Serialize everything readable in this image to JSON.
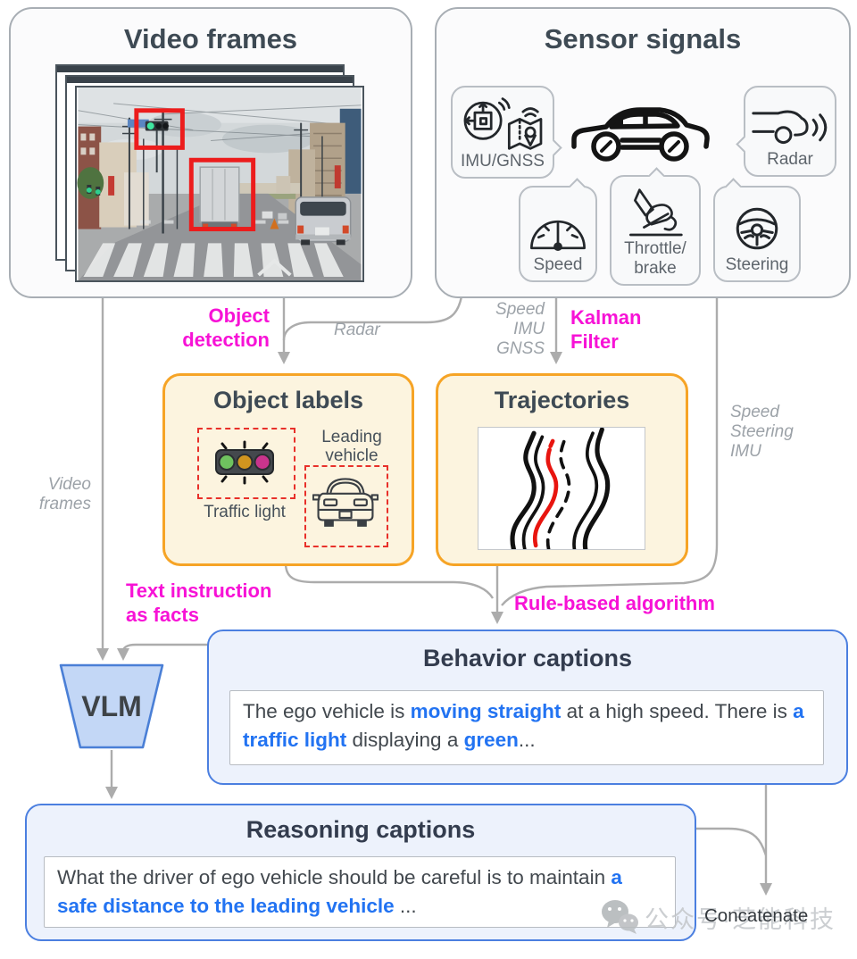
{
  "colors": {
    "magenta_label": "#f712d6",
    "highlight_blue": "#2273f2",
    "orange_border": "#f6a426",
    "orange_fill": "#fcf4df",
    "blue_border": "#4b7fe0",
    "blue_fill": "#edf2fc",
    "red_bbox": "#ec1c1c",
    "arrow_gray": "#acacac",
    "vlm_fill": "#c3d7f6"
  },
  "video_frames": {
    "title": "Video frames"
  },
  "sensor_signals": {
    "title": "Sensor signals",
    "bubbles": [
      {
        "label": "IMU/GNSS"
      },
      {
        "label": "Radar"
      },
      {
        "label": "Speed"
      },
      {
        "label": "Throttle/\nbrake"
      },
      {
        "label": "Steering"
      }
    ]
  },
  "object_labels": {
    "title": "Object labels",
    "traffic_light_label": "Traffic light",
    "leading_vehicle_label": "Leading\nvehicle"
  },
  "trajectories": {
    "title": "Trajectories"
  },
  "flow_labels": {
    "object_detection": "Object\ndetection",
    "radar": "Radar",
    "speed_imu_gnss": "Speed\nIMU\nGNSS",
    "kalman_filter": "Kalman\nFilter",
    "video_frames": "Video\nframes",
    "speed_steering_imu": "Speed\nSteering\nIMU",
    "text_instruction": "Text instruction\nas facts",
    "rule_based": "Rule-based algorithm",
    "concatenate": "Concatenate"
  },
  "vlm": {
    "label": "VLM"
  },
  "behavior_captions": {
    "title": "Behavior captions",
    "segments": [
      {
        "t": "The ego vehicle is "
      },
      {
        "t": "moving straight",
        "hl": true
      },
      {
        "t": " at a high speed. There is "
      },
      {
        "t": "a traffic light",
        "hl": true
      },
      {
        "t": " displaying a "
      },
      {
        "t": "green",
        "hl": true
      },
      {
        "t": "..."
      }
    ]
  },
  "reasoning_captions": {
    "title": "Reasoning captions",
    "segments": [
      {
        "t": "What the driver of ego vehicle should be careful is to maintain "
      },
      {
        "t": "a safe distance to the leading vehicle",
        "hl": true
      },
      {
        "t": " ..."
      }
    ]
  },
  "watermark": {
    "text": "公众号·芝能科技"
  }
}
